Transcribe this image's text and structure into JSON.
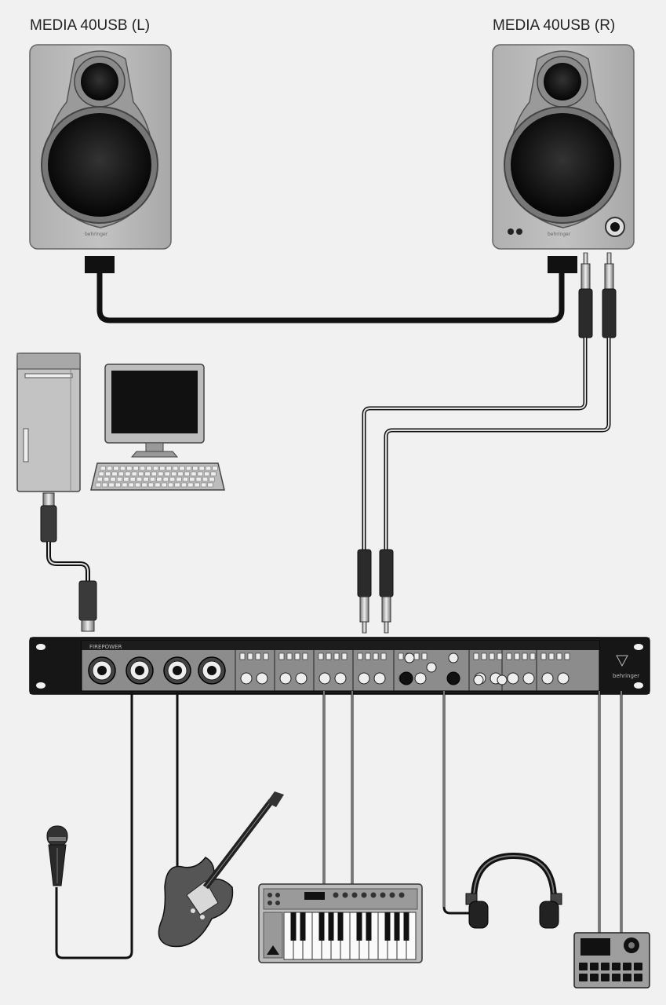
{
  "speaker_left": {
    "label": "MEDIA 40USB (L)",
    "brand": "behringer"
  },
  "speaker_right": {
    "label": "MEDIA 40USB (R)",
    "brand": "behringer"
  },
  "interface": {
    "model": "FIREPOWER",
    "brand": "behringer"
  },
  "colors": {
    "background": "#f1f1f1",
    "cable": "#111111",
    "device": "#b9b9b9",
    "panel": "#1c1c1c"
  },
  "icons": [
    "speaker-icon",
    "computer-tower-icon",
    "monitor-icon",
    "keyboard-icon",
    "usb-plug-icon",
    "jack-plug-icon",
    "audio-interface-icon",
    "microphone-icon",
    "guitar-icon",
    "midi-keyboard-icon",
    "headphones-icon",
    "drum-machine-icon"
  ]
}
